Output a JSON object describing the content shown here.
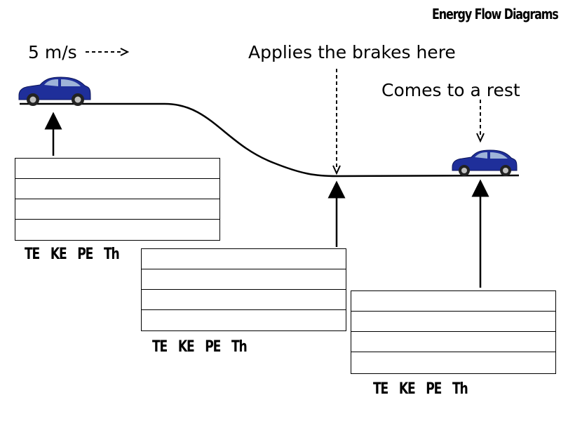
{
  "title": "Energy Flow Diagrams",
  "labels": {
    "speed": "5 m/s",
    "brakes": "Applies the brakes here",
    "rest": "Comes to a rest"
  },
  "tables": [
    {
      "rows": 4,
      "columns": [
        "TE",
        "KE",
        "PE",
        "Th"
      ]
    },
    {
      "rows": 4,
      "columns": [
        "TE",
        "KE",
        "PE",
        "Th"
      ]
    },
    {
      "rows": 4,
      "columns": [
        "TE",
        "KE",
        "PE",
        "Th"
      ]
    }
  ],
  "colors": {
    "car_body": "#1f2f9a",
    "car_window": "#9fb4d8",
    "ink": "#000000"
  },
  "icons": [
    "car-icon",
    "car-icon"
  ]
}
